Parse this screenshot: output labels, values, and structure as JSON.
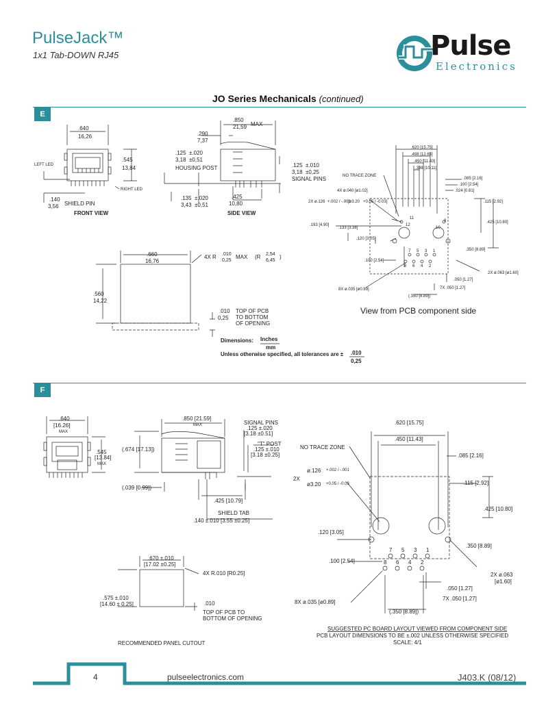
{
  "header": {
    "title": "PulseJack™",
    "subtitle": "1x1 Tab-DOWN RJ45",
    "logo_word": "Pulse",
    "logo_sub": "Electronics"
  },
  "section_heading": {
    "main": "JO Series Mechanicals",
    "sub": "(continued)"
  },
  "section_e": {
    "badge": "E",
    "front_view": {
      "label": "FRONT VIEW",
      "width_in": ".640",
      "width_mm": "16,26",
      "height_in": ".545",
      "height_mm": "13,84",
      "left_led": "LEFT LED",
      "right_led": "RIGHT LED",
      "shield_in": ".140",
      "shield_mm": "3,56",
      "shield_label": "SHIELD PIN"
    },
    "side_view": {
      "label": "SIDE VIEW",
      "max_in": ".850",
      "max_mm": "21,59",
      "max_label": "MAX",
      "depth_in": ".290",
      "depth_mm": "7,37",
      "post_in": ".125",
      "post_tol": "±.020",
      "post_mm": "3,18",
      "post_mm_tol": "±0,51",
      "post_label": "HOUSING POST",
      "pin_in": ".125",
      "pin_tol": "±.010",
      "pin_mm": "3,18",
      "pin_mm_tol": "±0,25",
      "pin_label": "SIGNAL PINS",
      "bottom_in": ".135",
      "bottom_tol": "±.020",
      "bottom_mm": "3,43",
      "bottom_mm_tol": "±0,51",
      "pitch_in": ".425",
      "pitch_mm": "10,80"
    },
    "pcb": {
      "d620": ".620 [15.75]",
      "d498": ".498 [12.65]",
      "d450": ".450 [11.43]",
      "d398": ".398 [10.11]",
      "no_trace": "NO TRACE ZONE",
      "d4x040": "4X ø.040 [ø1.02]",
      "d2x126_pre": "2X ø.126",
      "d2x126_tol": "+.002 / -.001",
      "d2x126_mm": "[ø3.20",
      "d2x126_mm_tol": "+0.05 / -0.03]",
      "d085": ".085 [2.16]",
      "d100": ".100 [2.54]",
      "d024": ".024 [0.61]",
      "d115": ".115 [2.92]",
      "d425": ".425 [10.80]",
      "d193": ".193 [4.90]",
      "d133": ".133 [3.38]",
      "d120": ".120 [3.05]",
      "d350": ".350 [8.89]",
      "d100b": ".100 [2.54]",
      "d2x063": "2X ø.063 [ø1.60]",
      "d8x035": "8X ø.035 [ø0.89]",
      "d050": ".050 [1.27]",
      "d7x050": "7X .050 [1.27]",
      "d350b": "(.350 [8.89])",
      "pins_top": [
        "7",
        "5",
        "3",
        "1"
      ],
      "pins_bot": [
        "8",
        "6",
        "4",
        "2"
      ],
      "pin11": "11",
      "pin12": "12",
      "pin9": "9",
      "pin10": "10",
      "caption": "View from PCB component side"
    },
    "cutout": {
      "w_in": ".660",
      "w_mm": "16,76",
      "h_in": ".560",
      "h_mm": "14,22",
      "r_label": "4X R",
      "r_in": ".010",
      "r_mm": "0,25",
      "r_max": "MAX",
      "r2_in": "2,54",
      "r2_mm": "6,45",
      "t_in": ".010",
      "t_mm": "0,25",
      "t_label1": "TOP OF PCB",
      "t_label2": "TO BOTTOM",
      "t_label3": "OF OPENING"
    },
    "dims_note": {
      "label": "Dimensions:",
      "num": "Inches",
      "den": "mm",
      "tol_text": "Unless otherwise specified, all tolerances are ±",
      "tol_num": ".010",
      "tol_den": "0,25"
    }
  },
  "section_f": {
    "badge": "F",
    "front": {
      "w": ".640",
      "w_mm": "[16.26]",
      "w_max": "MAX",
      "h": ".545",
      "h_mm": "[13.84]",
      "h_max": "MAX"
    },
    "side": {
      "max": ".850 [21.59]",
      "max_label": "MAX",
      "sig_label": "SIGNAL PINS",
      "sig1": ".125 ±.020",
      "sig2": "[3.18 ±0.51]",
      "post_label": "\"T\" POST",
      "post1": ".125 ±.010",
      "post2": "[3.18 ±0.25]",
      "h674": "(.674 [17.13])",
      "h039": "(.039 [0.99])",
      "d425": ".425 [10.79]",
      "shield_label": "SHIELD TAB",
      "shield": ".140 ±.010 [3.55 ±0.25]"
    },
    "cutout": {
      "w1": ".670 ±.010",
      "w2": "[17.02 ±0.25]",
      "r": "4X R.010 [R0.25]",
      "h1": ".575 ±.010",
      "h2": "[14.60 ± 0.25]",
      "t": ".010",
      "t1": "TOP OF PCB TO",
      "t2": "BOTTOM OF OPENING",
      "caption": "RECOMMENDED PANEL CUTOUT"
    },
    "pcb": {
      "d620": ".620 [15.75]",
      "d450": ".450 [11.43]",
      "no_trace": "NO TRACE ZONE",
      "d2x_pre": "2X",
      "d126": "ø.126",
      "d126_tol": "+.002 / -.001",
      "d320": "ø3.20",
      "d320_tol": "+0.05 / -0.03",
      "d085": ".085 [2.16]",
      "d115": ".115 [2.92]",
      "d425": ".425 [10.80]",
      "d120": ".120 [3.05]",
      "d350": ".350 [8.89]",
      "d100": ".100 [2.54]",
      "d2x063a": "2X ø.063",
      "d2x063b": "[ø1.60]",
      "d050": ".050 [1.27]",
      "d7x050": "7X .050 [1.27]",
      "d8x035": "8X ø.035 [ø0.89]",
      "d350b": "(.350 [8.89])",
      "pins_top": [
        "7",
        "5",
        "3",
        "1"
      ],
      "pins_bot": [
        "8",
        "6",
        "4",
        "2"
      ],
      "cap1": "SUGGESTED PC BOARD LAYOUT VIEWED FROM COMPONENT SIDE",
      "cap2": "PCB LAYOUT DIMENSIONS TO BE ±.002 UNLESS OTHERWISE SPECIFIED",
      "cap3": "SCALE: 4/1"
    }
  },
  "footer": {
    "page": "4",
    "url": "pulseelectronics.com",
    "doc": "J403.K (08/12)"
  },
  "colors": {
    "accent": "#2a8f9a",
    "text": "#222222"
  }
}
